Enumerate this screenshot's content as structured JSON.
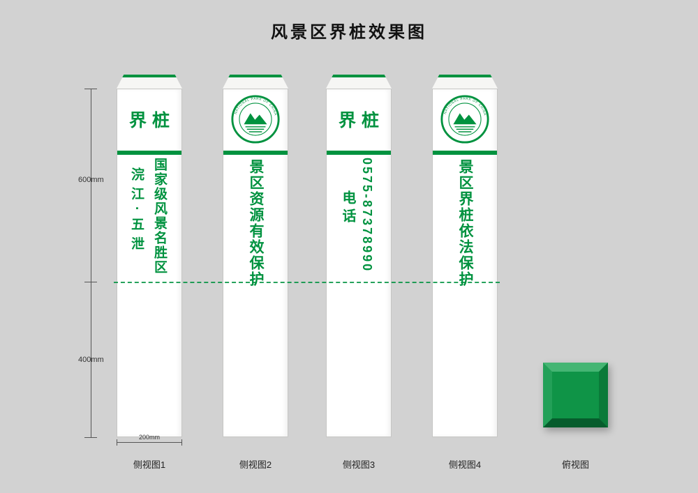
{
  "title": "风景区界桩效果图",
  "colors": {
    "green": "#00923f",
    "background": "#d2d2d2",
    "post": "#ffffff"
  },
  "dimensions": {
    "upper": "600mm",
    "lower": "400mm",
    "width": "200mm"
  },
  "emblem": {
    "ring_text": "NATIONAL PARK OF CHINA"
  },
  "posts": [
    {
      "header": "界桩",
      "text_main": "国家级风景名胜区",
      "text_sub": "浣江·五泄",
      "label": "侧视图1"
    },
    {
      "text_main": "景区资源有效保护",
      "label": "侧视图2"
    },
    {
      "header": "界桩",
      "text_main": "0575-87378990",
      "text_sub": "电话",
      "label": "侧视图3"
    },
    {
      "text_main": "景区界桩依法保护",
      "label": "侧视图4"
    }
  ],
  "top_view": {
    "label": "俯视图"
  }
}
